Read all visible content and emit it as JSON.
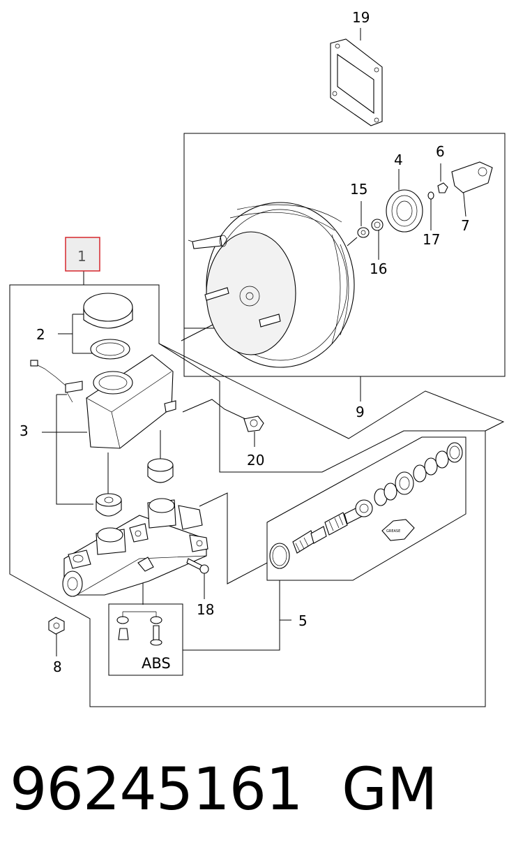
{
  "callouts": {
    "c1": "1",
    "c2": "2",
    "c3": "3",
    "c4": "4",
    "c5": "5",
    "c6": "6",
    "c7": "7",
    "c8": "8",
    "c9": "9",
    "c15": "15",
    "c16": "16",
    "c17": "17",
    "c18": "18",
    "c19": "19",
    "c20": "20"
  },
  "abs_label": "ABS",
  "grease_label": "GREASE",
  "highlight_color": "#d6262d",
  "part_number": "96245161",
  "brand": "GM"
}
